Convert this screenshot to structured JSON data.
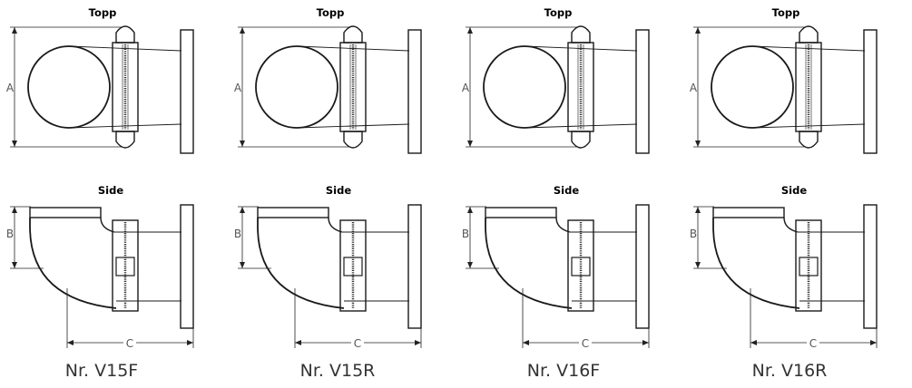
{
  "views": {
    "top": "Topp",
    "side": "Side"
  },
  "dims": {
    "a": "A",
    "b": "B",
    "c": "C"
  },
  "models": [
    {
      "name": "Nr. V15F"
    },
    {
      "name": "Nr. V15R"
    },
    {
      "name": "Nr. V16F"
    },
    {
      "name": "Nr. V16R"
    }
  ]
}
